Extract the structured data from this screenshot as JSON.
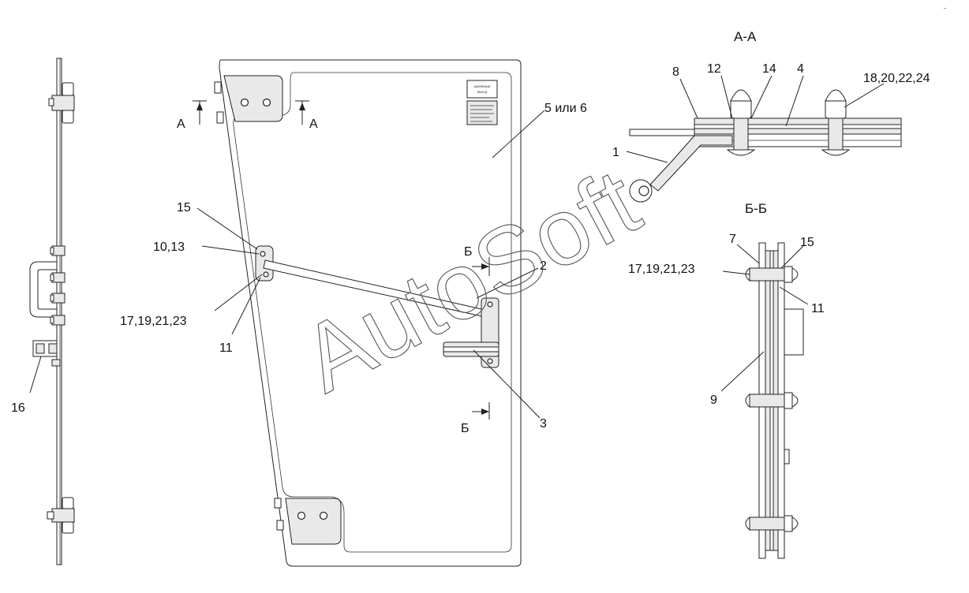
{
  "watermark": "AutoSoft",
  "sections": {
    "aa_title": "А-А",
    "bb_title": "Б-Б"
  },
  "cut_marks": {
    "a": "А",
    "b": "Б"
  },
  "callouts": {
    "c1": "1",
    "c2": "2",
    "c3": "3",
    "c4": "4",
    "c5_6": "5 или 6",
    "c7": "7",
    "c8": "8",
    "c9": "9",
    "c10_13": "10,13",
    "c11": "11",
    "c12": "12",
    "c14": "14",
    "c15": "15",
    "c16": "16",
    "c17_23": "17,19,21,23",
    "c18_24": "18,20,22,24"
  },
  "plate": {
    "line1": "АВАРИЙНЫЙ",
    "line2": "ВЫХОД"
  },
  "corner_mark": "ᵍᵐ"
}
